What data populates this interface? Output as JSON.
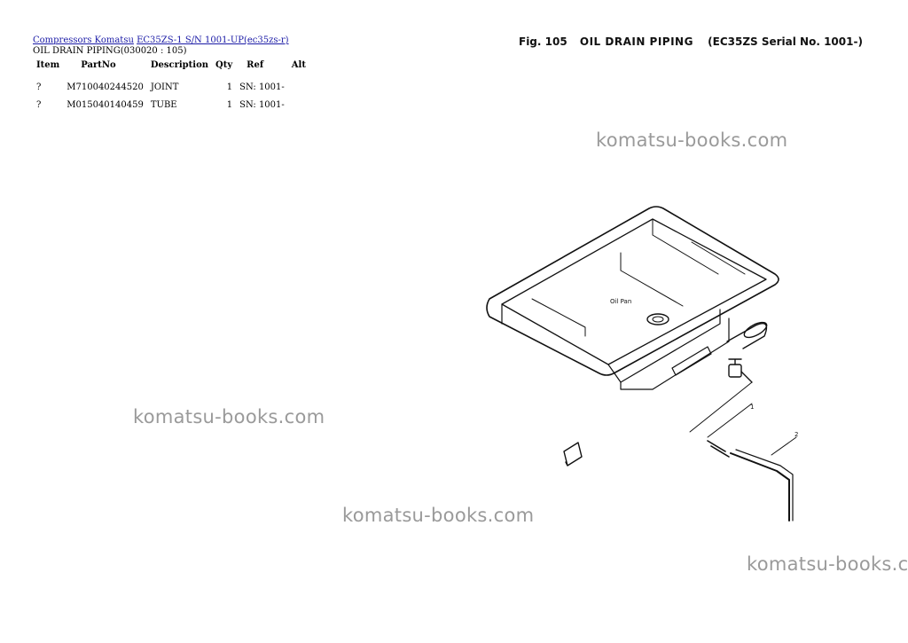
{
  "breadcrumb": {
    "link1": "Compressors Komatsu",
    "link2": "EC35ZS-1 S/N 1001-UP(ec35zs-r)"
  },
  "page_title": "OIL DRAIN PIPING(030020 : 105)",
  "table": {
    "headers": [
      "Item",
      "PartNo",
      "Description",
      "Qty",
      "Ref",
      "Alt"
    ],
    "rows": [
      {
        "item": "?",
        "partno": "M710040244520",
        "description": "JOINT",
        "qty": "1",
        "ref": "SN: 1001-",
        "alt": ""
      },
      {
        "item": "?",
        "partno": "M015040140459",
        "description": "TUBE",
        "qty": "1",
        "ref": "SN: 1001-",
        "alt": ""
      }
    ]
  },
  "figure": {
    "number": "Fig. 105",
    "title": "OIL DRAIN PIPING",
    "serial": "(EC35ZS Serial No. 1001-)",
    "oil_pan_label": "Oil Pan",
    "callout_1": "1",
    "callout_2": "2"
  },
  "watermark": "komatsu-books.com"
}
